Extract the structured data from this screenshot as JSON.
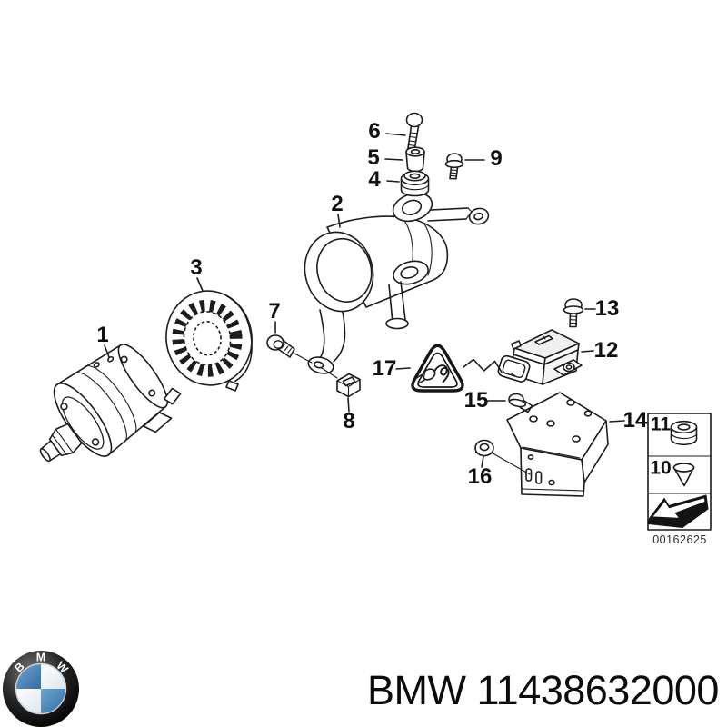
{
  "page": {
    "background": "#ffffff"
  },
  "diagram": {
    "callouts": {
      "c1": "1",
      "c2": "2",
      "c3": "3",
      "c4": "4",
      "c5": "5",
      "c6": "6",
      "c7": "7",
      "c8": "8",
      "c9": "9",
      "c10": "10",
      "c11": "11",
      "c12": "12",
      "c13": "13",
      "c14": "14",
      "c15": "15",
      "c16": "16",
      "c17": "17"
    },
    "inset": {
      "drawing_number": "00162625"
    },
    "warning_icon": "electrical-plug-warning-triangle",
    "inset_arrow_icon": "direction-arrow"
  },
  "footer": {
    "caption": "BMW 11438632000",
    "logo_letters": [
      "B",
      "M",
      "W"
    ]
  },
  "colors": {
    "line": "#1c1c1c",
    "logo_blue": "#4a84b5",
    "logo_ring_dark": "#111111",
    "text": "#0b0b0b"
  }
}
